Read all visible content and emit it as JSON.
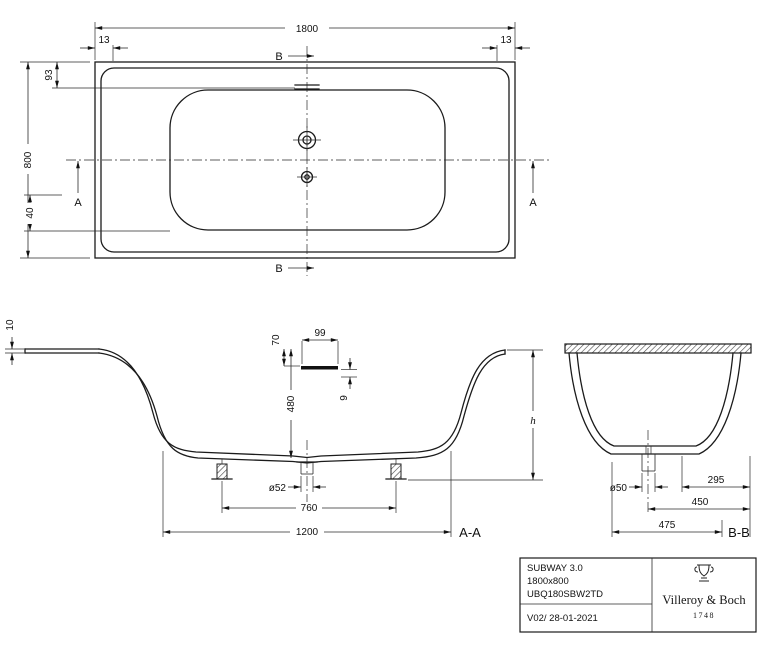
{
  "drawing": {
    "plan": {
      "dim_width": "1800",
      "dim_edge_offset": "13",
      "dim_height": "800",
      "dim_overflow": "93",
      "dim_bottom": "40",
      "section_a": "A",
      "section_b": "B"
    },
    "section_aa": {
      "label": "A-A",
      "dim_rim": "10",
      "dim_70": "70",
      "dim_99": "99",
      "dim_9": "9",
      "dim_depth": "480",
      "dim_height_ref": "h",
      "dim_drain": "ø52",
      "dim_feet": "760",
      "dim_base": "1200"
    },
    "section_bb": {
      "label": "B-B",
      "dim_drain": "ø50",
      "dim_295": "295",
      "dim_450": "450",
      "dim_475": "475"
    },
    "title_block": {
      "product": "SUBWAY 3.0",
      "size": "1800x800",
      "article": "UBQ180SBW2TD",
      "version": "V02/ 28-01-2021",
      "brand": "Villeroy & Boch",
      "brand_year": "1748"
    }
  }
}
